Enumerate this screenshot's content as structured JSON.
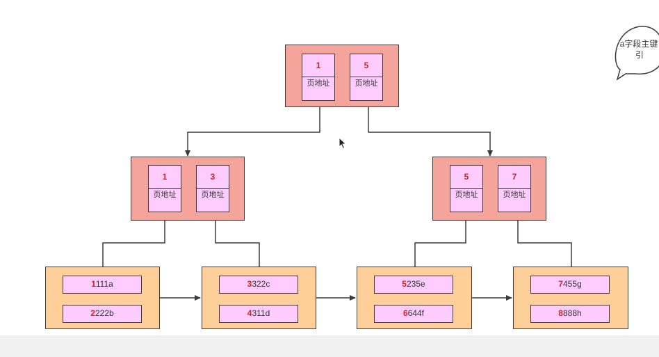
{
  "root": {
    "keys": [
      {
        "key": "1",
        "label": "页地址"
      },
      {
        "key": "5",
        "label": "页地址"
      }
    ]
  },
  "internal": [
    {
      "keys": [
        {
          "key": "1",
          "label": "页地址"
        },
        {
          "key": "3",
          "label": "页地址"
        }
      ]
    },
    {
      "keys": [
        {
          "key": "5",
          "label": "页地址"
        },
        {
          "key": "7",
          "label": "页地址"
        }
      ]
    }
  ],
  "leaves": [
    {
      "rows": [
        {
          "key": "1",
          "rest": "111a"
        },
        {
          "key": "2",
          "rest": "222b"
        }
      ]
    },
    {
      "rows": [
        {
          "key": "3",
          "rest": "322c"
        },
        {
          "key": "4",
          "rest": "311d"
        }
      ]
    },
    {
      "rows": [
        {
          "key": "5",
          "rest": "235e"
        },
        {
          "key": "6",
          "rest": "644f"
        }
      ]
    },
    {
      "rows": [
        {
          "key": "7",
          "rest": "455g"
        },
        {
          "key": "8",
          "rest": "888h"
        }
      ]
    }
  ],
  "callout": {
    "line1": "a字段主键",
    "line2": "引"
  },
  "colors": {
    "index_node": "#f4a49a",
    "leaf_node": "#ffcf99",
    "cell": "#ffccff",
    "key_text": "#d0251e"
  },
  "icons": {
    "cursor": "mouse-pointer-icon"
  }
}
